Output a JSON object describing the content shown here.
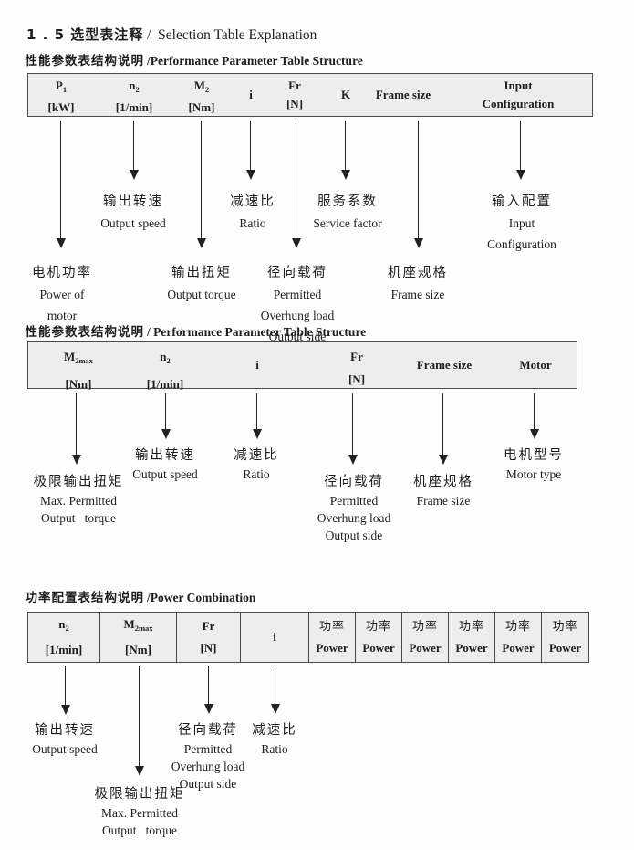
{
  "title": {
    "zh": "1 . 5 选型表注释",
    "en": " /  Selection Table Explanation"
  },
  "s1": {
    "heading_zh": "性能参数表结构说明",
    "heading_en": "/Performance Parameter Table Structure",
    "table": {
      "p1": {
        "sym": "P",
        "sub": "1",
        "unit": "[kW]"
      },
      "n2": {
        "sym": "n",
        "sub": "2",
        "unit": "[1/min]"
      },
      "m2": {
        "sym": "M",
        "sub": "2",
        "unit": "[Nm]"
      },
      "i": "i",
      "fr": {
        "sym": "Fr",
        "unit": "[N]"
      },
      "k": "K",
      "frame": "Frame size",
      "input": {
        "line1": "Input",
        "line2": "Configuration"
      }
    },
    "labels": {
      "motor_power": [
        "电机功率",
        "Power of",
        "motor"
      ],
      "output_speed": [
        "输出转速",
        "Output speed"
      ],
      "output_torque": [
        "输出扭矩",
        "Output torque"
      ],
      "ratio": [
        "减速比",
        "Ratio"
      ],
      "overhung": [
        "径向载荷",
        "Permitted",
        "Overhung load",
        "Output side"
      ],
      "service": [
        "服务系数",
        "Service factor"
      ],
      "frame": [
        "机座规格",
        "Frame size"
      ],
      "input_cfg": [
        "输入配置",
        "Input",
        "Configuration"
      ]
    }
  },
  "s2": {
    "heading_zh": "性能参数表结构说明",
    "heading_en": "/ Performance Parameter Table Structure",
    "table": {
      "m2max": {
        "sym": "M",
        "sub": "2max",
        "unit": "[Nm]"
      },
      "n2": {
        "sym": "n",
        "sub": "2",
        "unit": "[1/min]"
      },
      "i": "i",
      "fr": {
        "sym": "Fr",
        "unit": "[N]"
      },
      "frame": "Frame size",
      "motor": "Motor"
    },
    "labels": {
      "max_torque": [
        "极限输出扭矩",
        "Max. Permitted",
        "Output   torque"
      ],
      "output_speed": [
        "输出转速",
        "Output speed"
      ],
      "ratio": [
        "减速比",
        "Ratio"
      ],
      "overhung": [
        "径向载荷",
        "Permitted",
        "Overhung load",
        "Output side"
      ],
      "frame": [
        "机座规格",
        "Frame size"
      ],
      "motor_type": [
        "电机型号",
        "Motor type"
      ]
    }
  },
  "s3": {
    "heading_zh": "功率配置表结构说明",
    "heading_en": "/Power Combination",
    "table": {
      "n2": {
        "sym": "n",
        "sub": "2",
        "unit": "[1/min]"
      },
      "m2max": {
        "sym": "M",
        "sub": "2max",
        "unit": "[Nm]"
      },
      "fr": {
        "sym": "Fr",
        "unit": "[N]"
      },
      "i": "i",
      "power": {
        "zh": "功率",
        "en": "Power"
      }
    },
    "labels": {
      "output_speed": [
        "输出转速",
        "Output speed"
      ],
      "max_torque": [
        "极限输出扭矩",
        "Max. Permitted",
        "Output   torque"
      ],
      "overhung": [
        "径向载荷",
        "Permitted",
        "Overhung load",
        "Output side"
      ],
      "ratio": [
        "减速比",
        "Ratio"
      ]
    }
  }
}
